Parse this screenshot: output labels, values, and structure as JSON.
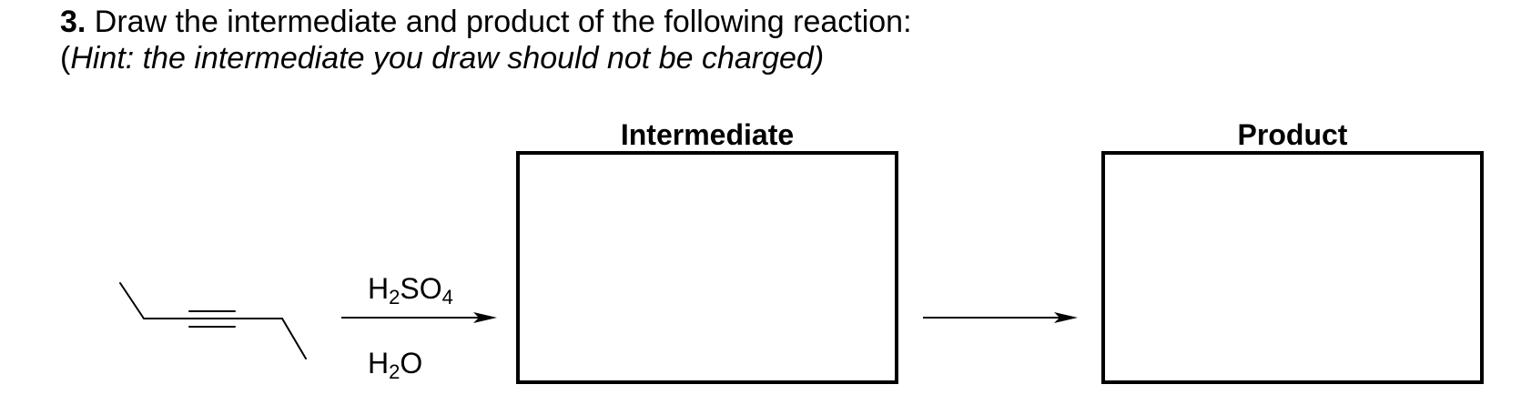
{
  "question": {
    "number": "3.",
    "prompt": " Draw the intermediate and product of the following reaction:",
    "hint_open": "(",
    "hint_text": "Hint: the intermediate you draw should not be charged)"
  },
  "labels": {
    "intermediate": "Intermediate",
    "product": "Product"
  },
  "reagents": {
    "top": {
      "part1": "H",
      "sub1": "2",
      "part2": "SO",
      "sub2": "4"
    },
    "bottom": {
      "part1": "H",
      "sub1": "2",
      "part2": "O"
    }
  }
}
